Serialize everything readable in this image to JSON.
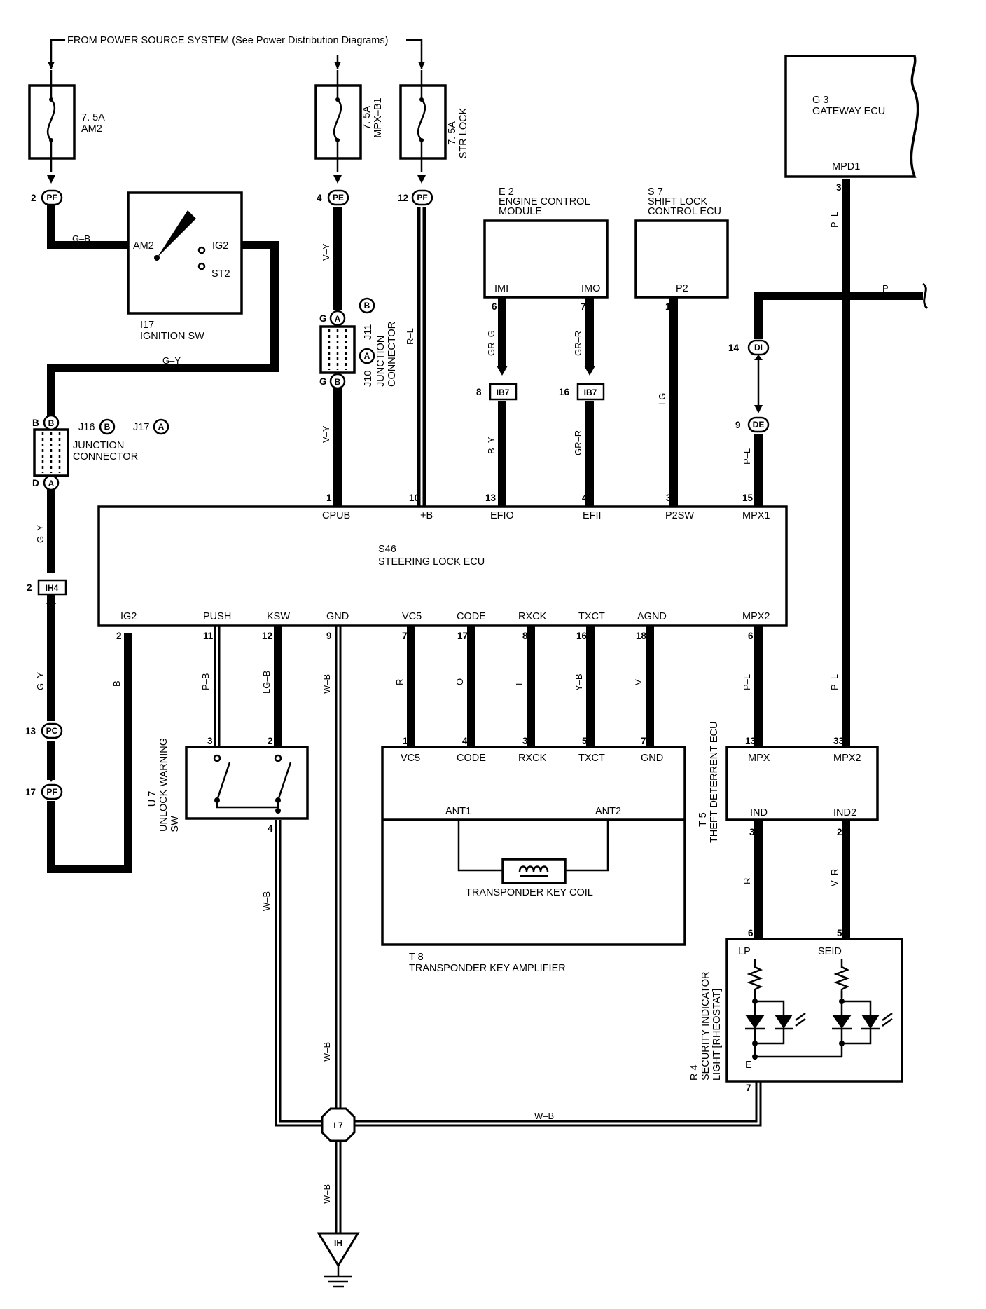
{
  "power_source": "FROM POWER SOURCE SYSTEM (See Power Distribution Diagrams)",
  "fuses": [
    {
      "rating": "7. 5A",
      "name": "AM2"
    },
    {
      "rating": "7. 5A",
      "name": "MPX–B1"
    },
    {
      "rating": "7. 5A",
      "name": "STR LOCK"
    }
  ],
  "components": {
    "ignition_sw": {
      "code": "I17",
      "name": "IGNITION SW",
      "terminals": [
        "AM2",
        "IG2",
        "ST2"
      ]
    },
    "engine_module": {
      "code": "E 2",
      "name_line1": "ENGINE CONTROL",
      "name_line2": "MODULE",
      "terminals": [
        "IMI",
        "IMO"
      ]
    },
    "shift_lock": {
      "code": "S 7",
      "name_line1": "SHIFT LOCK",
      "name_line2": "CONTROL ECU",
      "terminals": [
        "P2"
      ]
    },
    "gateway": {
      "code": "G 3",
      "name": "GATEWAY ECU",
      "terminal": "MPD1"
    },
    "steering_lock": {
      "code": "S46",
      "name": "STEERING LOCK ECU",
      "top_terminals": [
        "CPUB",
        "+B",
        "EFIO",
        "EFII",
        "P2SW",
        "MPX1"
      ],
      "bottom_terminals": [
        "IG2",
        "PUSH",
        "KSW",
        "GND",
        "VC5",
        "CODE",
        "RXCK",
        "TXCT",
        "AGND",
        "MPX2"
      ]
    },
    "unlock_sw": {
      "code": "U 7",
      "name_line1": "UNLOCK WARNING",
      "name_line2": "SW"
    },
    "transponder_amp": {
      "code": "T 8",
      "name": "TRANSPONDER KEY AMPLIFIER",
      "terminals": [
        "VC5",
        "CODE",
        "RXCK",
        "TXCT",
        "GND"
      ],
      "ant_terminals": [
        "ANT1",
        "ANT2"
      ],
      "coil": "TRANSPONDER KEY COIL"
    },
    "theft_ecu": {
      "code": "T 5",
      "name": "THEFT DETERRENT ECU",
      "terminals": [
        "MPX",
        "MPX2",
        "IND",
        "IND2"
      ]
    },
    "security_light": {
      "code": "R 4",
      "name_line1": "SECURITY INDICATOR",
      "name_line2": "LIGHT [RHEOSTAT]",
      "terminals": [
        "LP",
        "SEID",
        "E"
      ]
    },
    "jc1": {
      "code1": "J10",
      "code2": "J11",
      "name_line1": "JUNCTION",
      "name_line2": "CONNECTOR"
    },
    "jc2": {
      "code1": "J16",
      "code2": "J17",
      "name_line1": "JUNCTION",
      "name_line2": "CONNECTOR"
    }
  },
  "connectors": [
    "PF",
    "PE",
    "PF",
    "IB7",
    "IB7",
    "DI",
    "DE",
    "IH4",
    "PC",
    "PF"
  ],
  "connector_pins": [
    "2",
    "4",
    "12",
    "8",
    "16",
    "14",
    "9",
    "2",
    "13",
    "17"
  ],
  "wire_colors": [
    "G–B",
    "G–Y",
    "V–Y",
    "V–Y",
    "R–L",
    "GR–G",
    "GR–R",
    "B–Y",
    "GR–R",
    "LG",
    "P",
    "P–L",
    "P–L",
    "G–Y",
    "G–Y",
    "B",
    "P–B",
    "LG–B",
    "W–B",
    "R",
    "O",
    "L",
    "Y–B",
    "V",
    "P–L",
    "P–L",
    "R",
    "V–R",
    "W–B",
    "W–B",
    "W–B",
    "W–B"
  ],
  "ground": {
    "splice": "I 7",
    "point": "IH"
  },
  "pin_numbers": [
    "5",
    "6",
    "6",
    "7",
    "11",
    "3",
    "1",
    "10",
    "13",
    "4",
    "3",
    "15",
    "2",
    "11",
    "12",
    "9",
    "7",
    "17",
    "8",
    "16",
    "18",
    "6",
    "3",
    "2",
    "4",
    "1",
    "4",
    "3",
    "5",
    "7",
    "13",
    "33",
    "3",
    "2",
    "6",
    "5",
    "7"
  ],
  "jc_letters": [
    "A",
    "B",
    "A",
    "B",
    "G",
    "G",
    "B",
    "D",
    "B",
    "A"
  ]
}
